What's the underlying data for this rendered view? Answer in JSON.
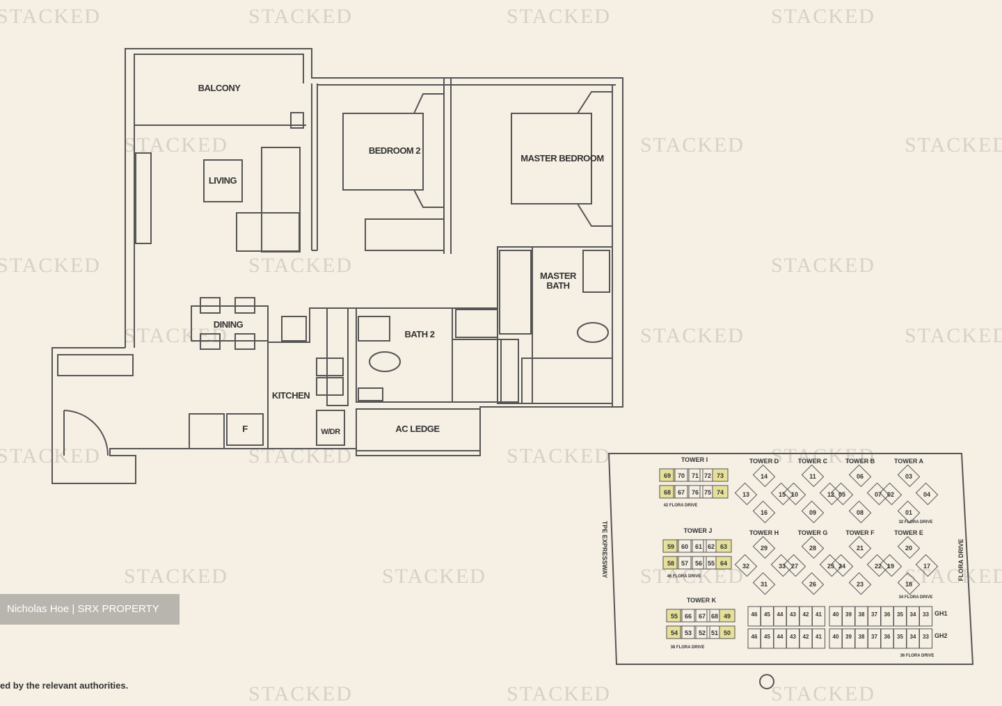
{
  "watermark": "STACKED",
  "colors": {
    "background": "#f5efe4",
    "line": "#555555",
    "highlight": "#e6e09a",
    "credit_bg": "#b8b5ae"
  },
  "rooms": {
    "balcony": "BALCONY",
    "living": "LIVING",
    "bedroom2": "BEDROOM 2",
    "master_bedroom": "MASTER BEDROOM",
    "master_bath_1": "MASTER",
    "master_bath_2": "BATH",
    "dining": "DINING",
    "bath2": "BATH 2",
    "kitchen": "KITCHEN",
    "fridge": "F",
    "washer_dryer": "W/DR",
    "ac_ledge": "AC LEDGE"
  },
  "site_plan": {
    "roads": {
      "west": "TPE EXPRESSWAY",
      "east": "FLORA DRIVE"
    },
    "towers": [
      {
        "name": "TOWER I",
        "units": [
          "69",
          "70",
          "71",
          "72",
          "73",
          "68",
          "67",
          "76",
          "75",
          "74"
        ],
        "highlight": [
          "69",
          "68",
          "73",
          "74"
        ],
        "address": "42 FLORA DRIVE"
      },
      {
        "name": "TOWER D",
        "units": [
          "14",
          "13",
          "15",
          "16"
        ]
      },
      {
        "name": "TOWER C",
        "units": [
          "11",
          "10",
          "12",
          "09"
        ]
      },
      {
        "name": "TOWER B",
        "units": [
          "06",
          "05",
          "07",
          "08"
        ]
      },
      {
        "name": "TOWER A",
        "units": [
          "03",
          "02",
          "04",
          "01"
        ],
        "address": "32 FLORA DRIVE"
      },
      {
        "name": "TOWER J",
        "units": [
          "59",
          "60",
          "61",
          "62",
          "63",
          "58",
          "57",
          "56",
          "55",
          "64"
        ],
        "highlight": [
          "59",
          "58",
          "63",
          "64"
        ],
        "address": "46 FLORA DRIVE"
      },
      {
        "name": "TOWER H",
        "units": [
          "29",
          "32",
          "33",
          "31"
        ]
      },
      {
        "name": "TOWER G",
        "units": [
          "28",
          "27",
          "25",
          "26"
        ]
      },
      {
        "name": "TOWER F",
        "units": [
          "21",
          "24",
          "22",
          "23"
        ]
      },
      {
        "name": "TOWER E",
        "units": [
          "20",
          "19",
          "17",
          "18"
        ],
        "address": "34 FLORA DRIVE"
      },
      {
        "name": "TOWER K",
        "units": [
          "55",
          "66",
          "67",
          "68",
          "49",
          "54",
          "53",
          "52",
          "51",
          "50"
        ],
        "highlight": [
          "55",
          "54",
          "49",
          "50"
        ],
        "address": "38 FLORA DRIVE"
      }
    ],
    "strata": {
      "rows": [
        {
          "label": "GH1",
          "units": [
            "46",
            "45",
            "44",
            "43",
            "42",
            "41",
            "40",
            "39",
            "38",
            "37",
            "36",
            "35",
            "34",
            "33"
          ]
        },
        {
          "label": "GH2",
          "units": [
            "46",
            "45",
            "44",
            "43",
            "42",
            "41",
            "40",
            "39",
            "38",
            "37",
            "36",
            "35",
            "34",
            "33"
          ]
        }
      ],
      "address": "36 FLORA DRIVE"
    }
  },
  "credit": "Nicholas Hoe | SRX PROPERTY",
  "footnote": "ed by the relevant authorities."
}
